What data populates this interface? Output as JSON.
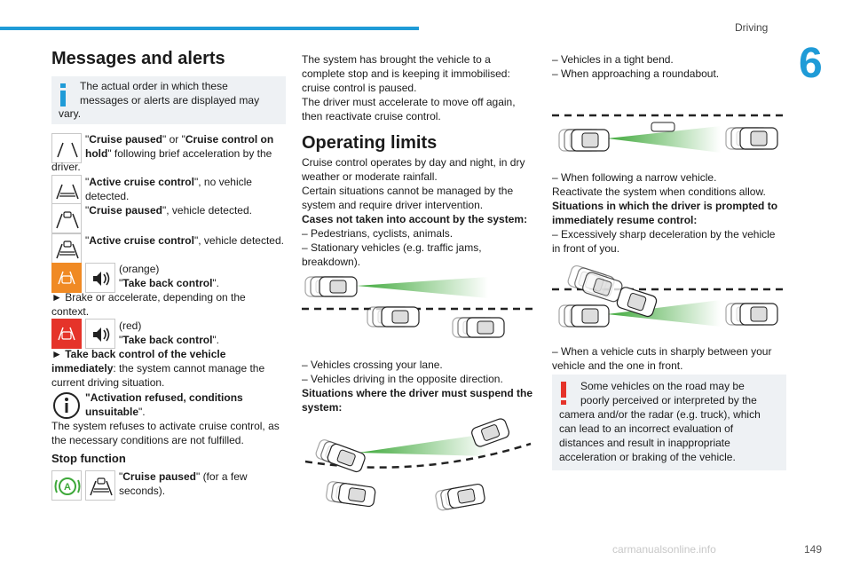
{
  "header": {
    "section": "Driving",
    "chapter": "6",
    "page": "149"
  },
  "watermark": "carmanualsonline.info",
  "col1": {
    "title": "Messages and alerts",
    "info_line1": "The actual order in which these",
    "info_line2": "messages or alerts are displayed may",
    "info_line3": "vary.",
    "m1_a": "\"",
    "m1_b": "Cruise paused",
    "m1_c": "\" or \"",
    "m1_d": "Cruise control on",
    "m1_e": "hold",
    "m1_f": "\" following brief acceleration by the",
    "m1_g": "driver.",
    "m2_b": "Active cruise control",
    "m2_c": "\", no vehicle",
    "m2_d": "detected.",
    "m3_b": "Cruise paused",
    "m3_c": "\", vehicle detected.",
    "m4_b": "Active cruise control",
    "m4_c": "\", vehicle detected.",
    "m5_a": "(orange)",
    "m5_b": "Take back control",
    "m5_c": "► Brake or accelerate, depending on the",
    "m5_d": "context.",
    "m6_a": "(red)",
    "m6_b": "Take back control",
    "m6_c": "► Take back control of the vehicle",
    "m6_d": "immediately",
    "m6_e": ": the system cannot manage the",
    "m6_f": "current driving situation.",
    "m7_b": "Activation refused, conditions",
    "m7_c": "unsuitable",
    "m7_d": "The system refuses to activate cruise control, as",
    "m7_e": "the necessary conditions are not fulfilled.",
    "stop_title": "Stop function",
    "m8_b": "Cruise paused",
    "m8_c": "\" (for a few",
    "m8_d": "seconds)."
  },
  "col2": {
    "p1": "The system has brought the vehicle to a",
    "p2": "complete stop and is keeping it immobilised:",
    "p3": "cruise control is paused.",
    "p4": "The driver must accelerate to move off again,",
    "p5": "then reactivate cruise control.",
    "title": "Operating limits",
    "q1": "Cruise control operates by day and night, in dry",
    "q2": "weather or moderate rainfall.",
    "q3": "Certain situations cannot be managed by the",
    "q4": "system and require driver intervention.",
    "q5": "Cases not taken into account by the system:",
    "q6": "– Pedestrians, cyclists, animals.",
    "q7": "– Stationary vehicles (e.g. traffic jams,",
    "q8": "breakdown).",
    "r1": "– Vehicles crossing your lane.",
    "r2": "– Vehicles driving in the opposite direction.",
    "r3": "Situations where the driver must suspend the",
    "r4": "system:"
  },
  "col3": {
    "s1": "– Vehicles in a tight bend.",
    "s2": "– When approaching a roundabout.",
    "t1": "– When following a narrow vehicle.",
    "t2": "Reactivate the system when conditions allow.",
    "t3": "Situations in which the driver is prompted to",
    "t4": "immediately resume control:",
    "t5": "– Excessively sharp deceleration by the vehicle",
    "t6": "in front of you.",
    "u1": "– When a vehicle cuts in sharply between your",
    "u2": "vehicle and the one in front.",
    "w1": "Some vehicles on the road may be",
    "w2": "poorly perceived or interpreted by the",
    "w3": "camera and/or the radar (e.g. truck), which",
    "w4": "can lead to an incorrect evaluation of",
    "w5": "distances and result in inappropriate",
    "w6": "acceleration or braking of the vehicle."
  },
  "colors": {
    "accent": "#1f9bd7",
    "warning": "#e5332a",
    "orange": "#f08a24",
    "beam": "#3ea83a"
  }
}
